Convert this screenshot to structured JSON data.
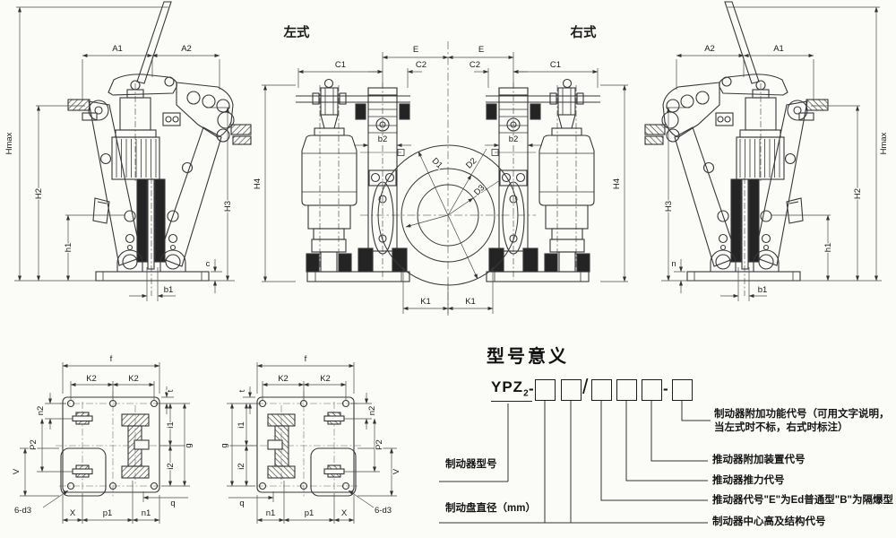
{
  "side_left": {
    "a1": "A1",
    "a2": "A2",
    "hmax": "Hmax",
    "h2": "H2",
    "h1": "h1",
    "h3": "H3",
    "c": "c",
    "b1": "b1"
  },
  "side_right": {
    "a1": "A1",
    "a2": "A2",
    "hmax": "Hmax",
    "h2": "H2",
    "h1": "h1",
    "h3": "H3",
    "n": "n",
    "b1": "b1"
  },
  "front": {
    "left_type": "左式",
    "right_type": "右式",
    "e": "E",
    "c1": "C1",
    "c2": "C2",
    "b2": "b2",
    "d1": "D1",
    "d2": "D2",
    "d3": "D3",
    "k1": "K1",
    "h4": "H4"
  },
  "plates": {
    "f": "f",
    "k2": "K2",
    "t": "t",
    "n2": "n2",
    "p2": "P2",
    "v": "V",
    "i1": "i1",
    "i2": "i2",
    "g": "g",
    "q": "q",
    "x": "X",
    "p1": "p1",
    "n1": "n1",
    "bolt_note": "6-d3"
  },
  "model_meaning": {
    "title": "型号意义",
    "prefix": "YPZ",
    "prefix_sub": "2",
    "dash1": "-",
    "slash": "/",
    "dash2": "-",
    "labels": {
      "brake_model": "制动器型号",
      "disc_diameter": "制动盘直径（mm）",
      "center_height": "制动器中心高及结构代号",
      "thruster_code": "推动器代号\"E\"为Ed普通型\"B\"为隔爆型",
      "thruster_force": "推动器推力代号",
      "thruster_attachment": "推动器附加装置代号",
      "additional_function_line1": "制动器附加功能代号（可用文字说明，",
      "additional_function_line2": "当左式时不标，右式时标注）"
    }
  }
}
